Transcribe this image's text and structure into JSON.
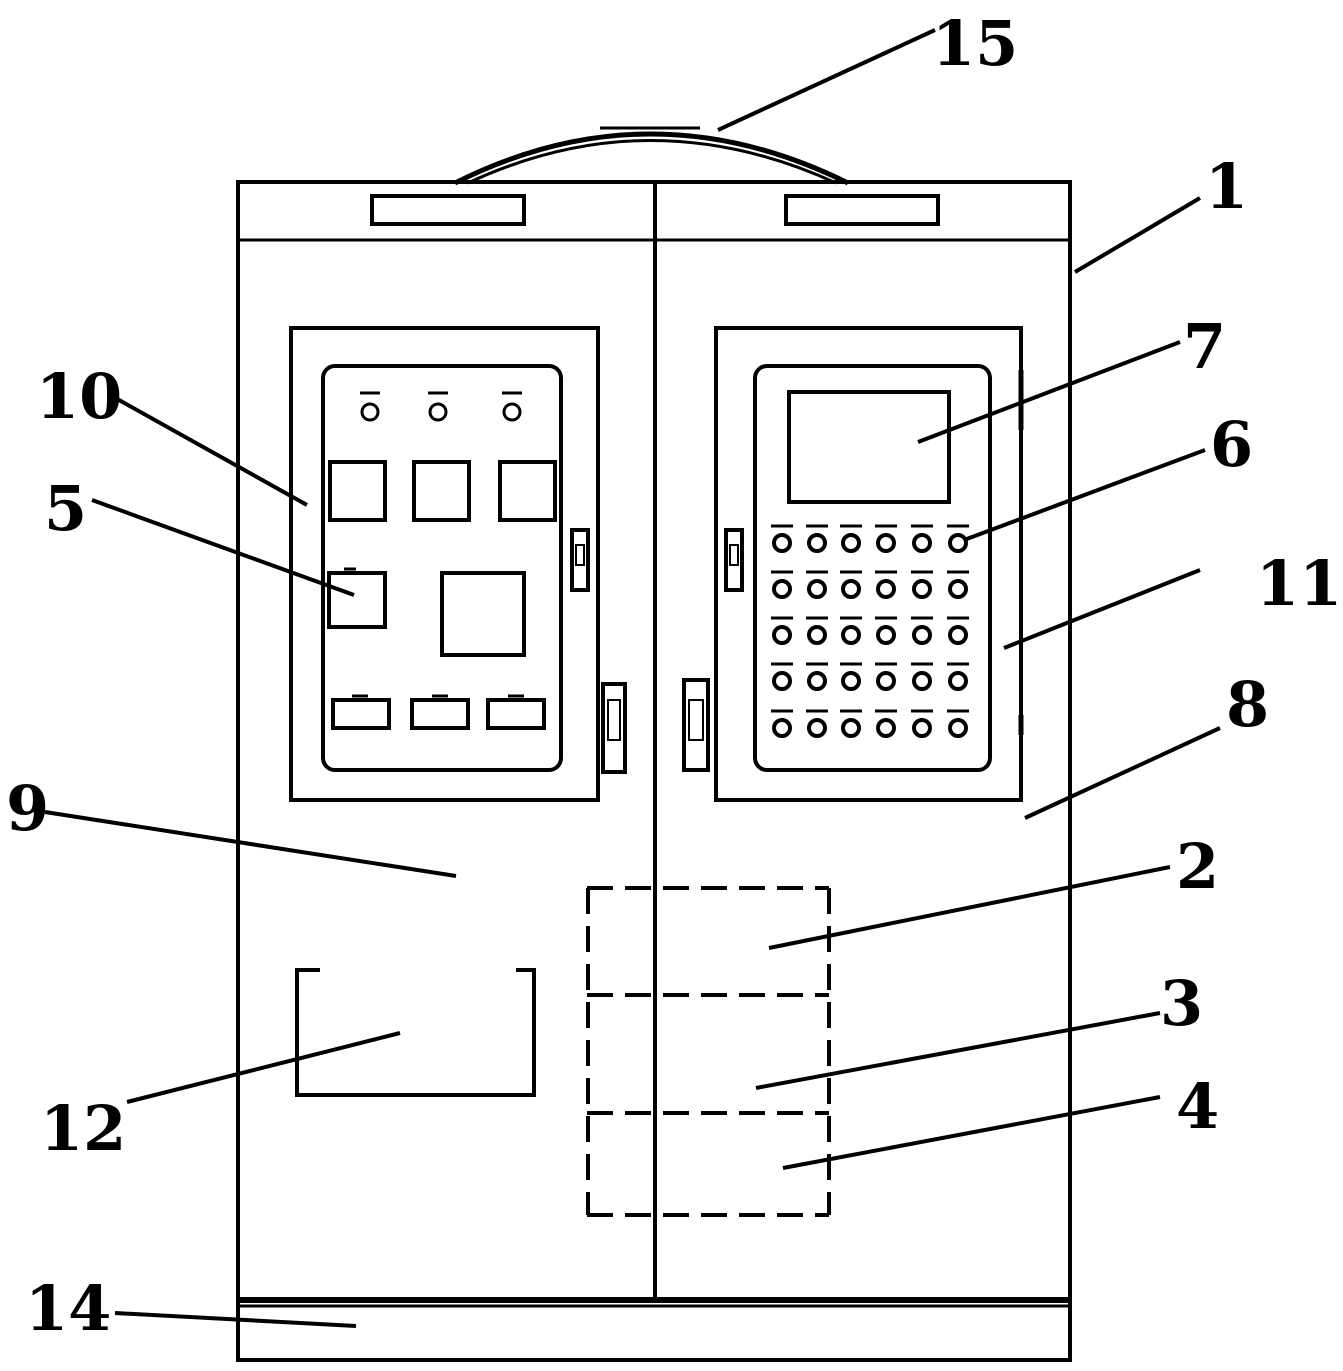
{
  "figure": {
    "callouts": [
      {
        "id": "1",
        "label": "1"
      },
      {
        "id": "2",
        "label": "2"
      },
      {
        "id": "3",
        "label": "3"
      },
      {
        "id": "4",
        "label": "4"
      },
      {
        "id": "5",
        "label": "5"
      },
      {
        "id": "6",
        "label": "6"
      },
      {
        "id": "7",
        "label": "7"
      },
      {
        "id": "8",
        "label": "8"
      },
      {
        "id": "9",
        "label": "9"
      },
      {
        "id": "10",
        "label": "10"
      },
      {
        "id": "11",
        "label": "11"
      },
      {
        "id": "12",
        "label": "12"
      },
      {
        "id": "14",
        "label": "14"
      },
      {
        "id": "15",
        "label": "15"
      }
    ]
  }
}
